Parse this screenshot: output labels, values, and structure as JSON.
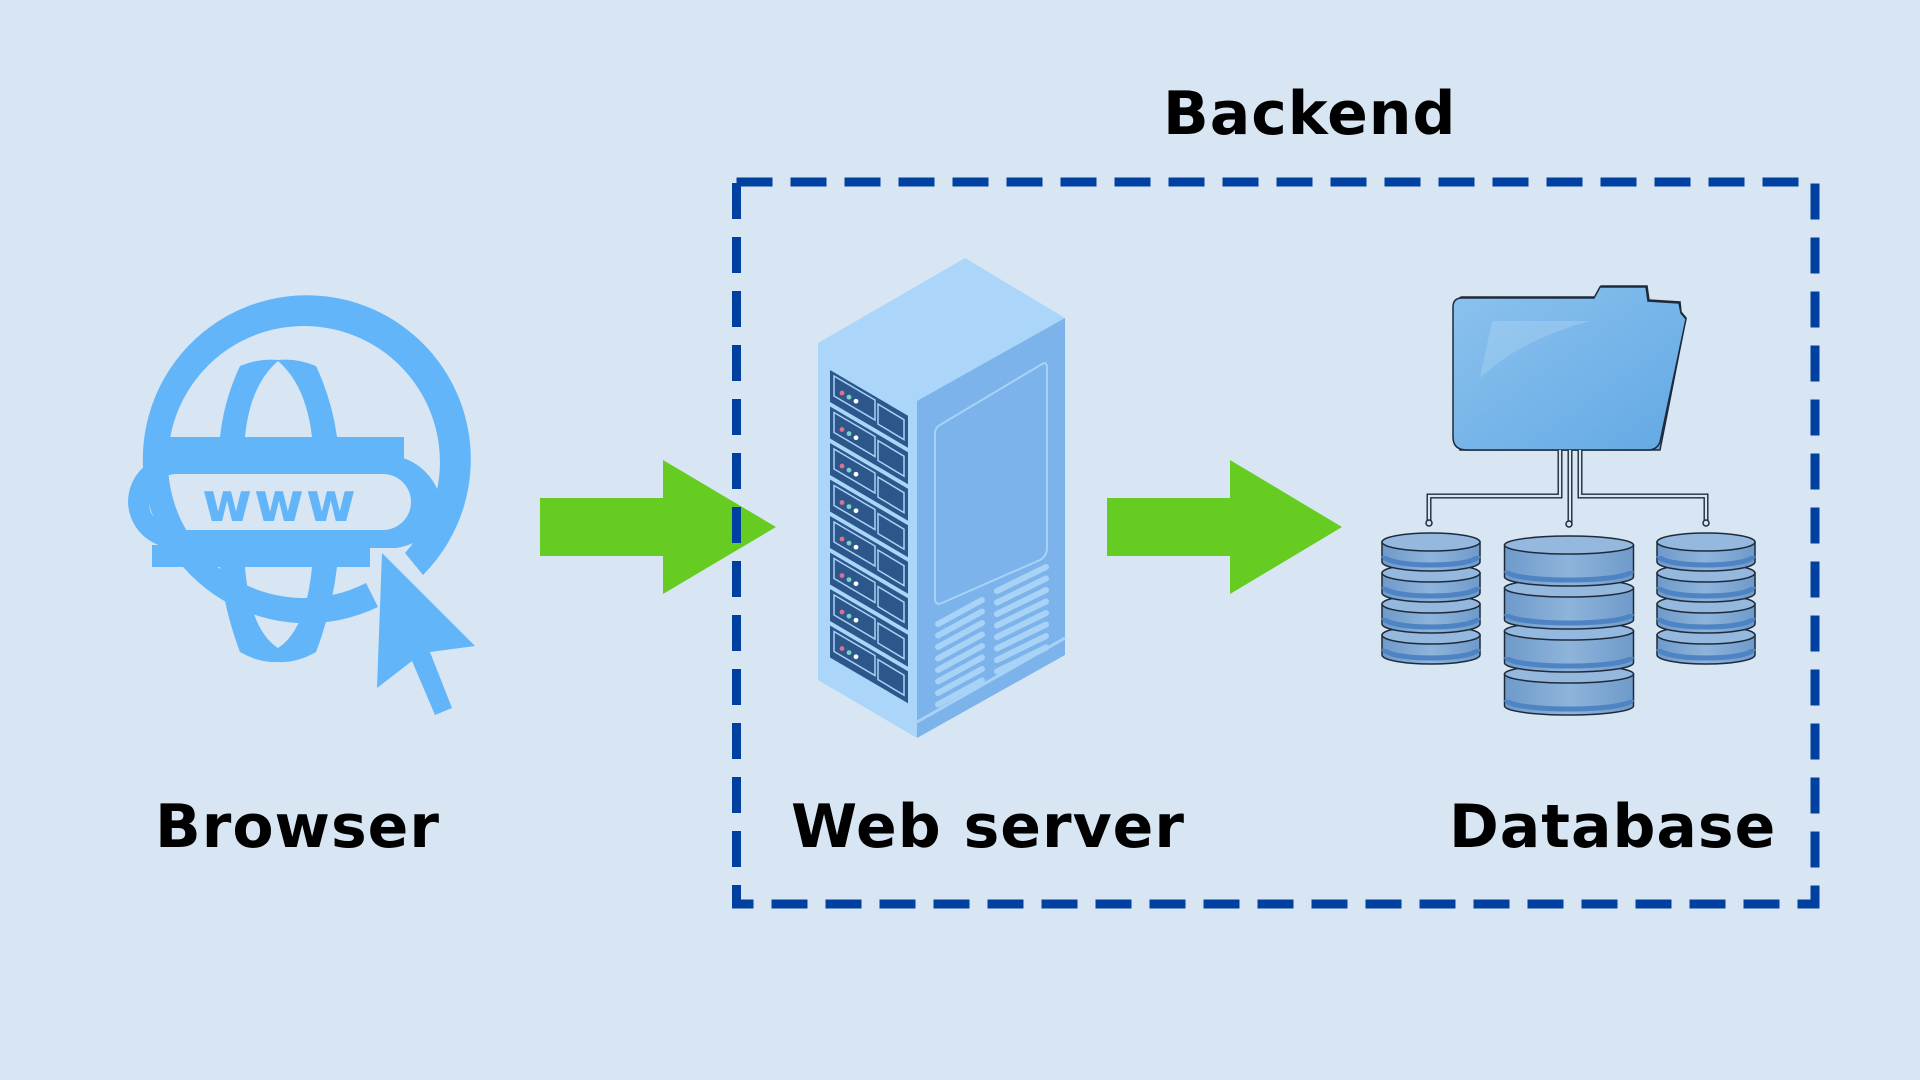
{
  "diagram": {
    "title": "Backend",
    "nodes": [
      {
        "id": "browser",
        "label": "Browser",
        "icon": "globe-www-cursor-icon"
      },
      {
        "id": "web_server",
        "label": "Web server",
        "icon": "server-rack-icon"
      },
      {
        "id": "database",
        "label": "Database",
        "icon": "database-folder-icon"
      }
    ],
    "edges": [
      {
        "from": "browser",
        "to": "web_server"
      },
      {
        "from": "web_server",
        "to": "database"
      }
    ],
    "group": {
      "label": "Backend",
      "members": [
        "web_server",
        "database"
      ],
      "style": "dashed"
    },
    "browser_icon_text": "www"
  },
  "colors": {
    "background": "#D8E6F3",
    "arrow": "#66CC22",
    "group_border": "#0040A0",
    "globe": "#62B5F8",
    "server_light": "#ABD6FA",
    "server_side": "#7BB3EA",
    "server_rack": "#2D578A",
    "folder": "#74B2E8",
    "db": "#84ADD6"
  }
}
